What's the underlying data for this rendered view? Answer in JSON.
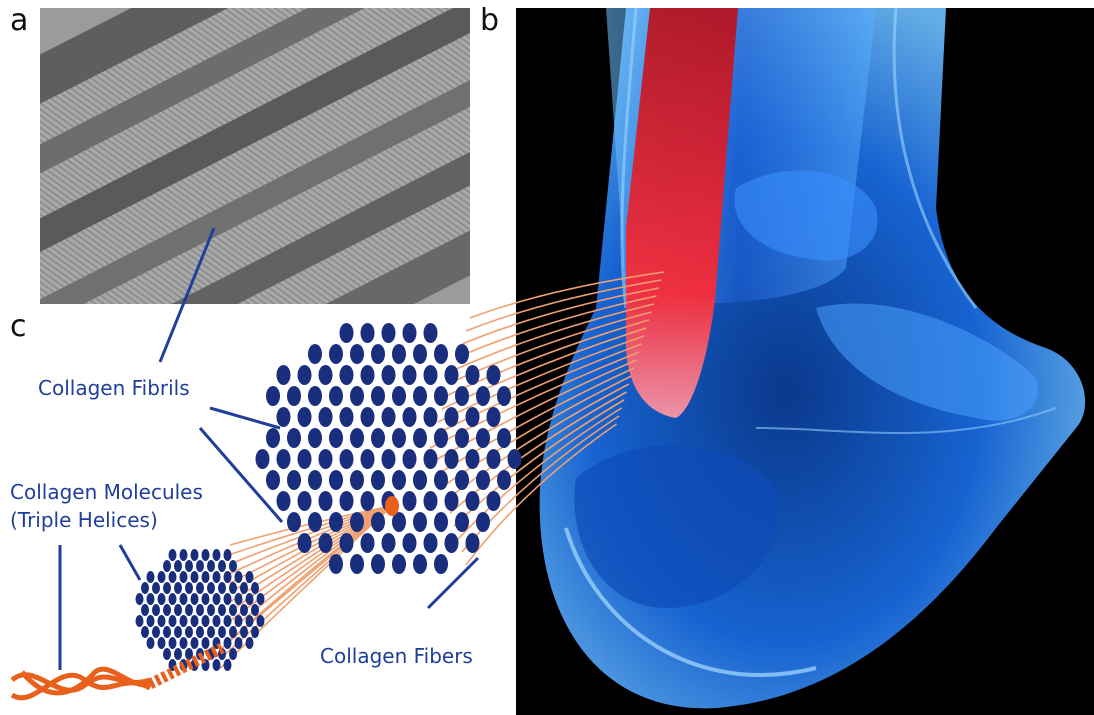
{
  "panels": {
    "a": "a",
    "b": "b",
    "c": "c"
  },
  "labels": {
    "fibrils": "Collagen Fibrils",
    "molecules_line1": "Collagen Molecules",
    "molecules_line2": "(Triple Helices)",
    "fibers": "Collagen Fibers"
  },
  "colors": {
    "label_blue": "#1f3f9a",
    "dot_navy": "#1a2e7e",
    "fiber_orange": "#f0a070",
    "helix_orange": "#e8601c",
    "tendon_red": "#e8202a",
    "anatomy_blue": "#2a8cff"
  }
}
